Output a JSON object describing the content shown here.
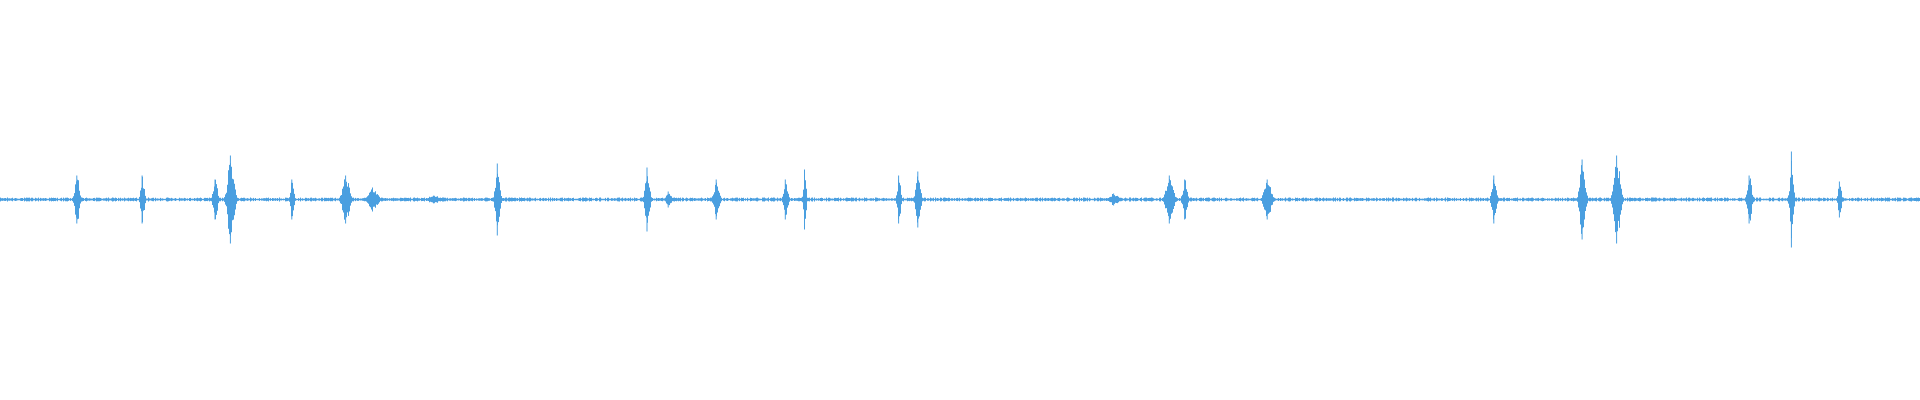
{
  "waveform": {
    "color": "#4a9fe0",
    "baseline_amplitude": 0.01,
    "peaks": [
      {
        "t": 0.04,
        "amp": 0.12,
        "w": 0.001
      },
      {
        "t": 0.074,
        "amp": 0.12,
        "w": 0.0008
      },
      {
        "t": 0.112,
        "amp": 0.1,
        "w": 0.001
      },
      {
        "t": 0.12,
        "amp": 0.22,
        "w": 0.0014
      },
      {
        "t": 0.152,
        "amp": 0.1,
        "w": 0.0008
      },
      {
        "t": 0.18,
        "amp": 0.12,
        "w": 0.0016
      },
      {
        "t": 0.194,
        "amp": 0.06,
        "w": 0.002
      },
      {
        "t": 0.226,
        "amp": 0.02,
        "w": 0.003
      },
      {
        "t": 0.259,
        "amp": 0.18,
        "w": 0.001
      },
      {
        "t": 0.337,
        "amp": 0.16,
        "w": 0.001
      },
      {
        "t": 0.348,
        "amp": 0.04,
        "w": 0.0012
      },
      {
        "t": 0.373,
        "amp": 0.1,
        "w": 0.0012
      },
      {
        "t": 0.409,
        "amp": 0.1,
        "w": 0.001
      },
      {
        "t": 0.419,
        "amp": 0.15,
        "w": 0.0006
      },
      {
        "t": 0.468,
        "amp": 0.12,
        "w": 0.0008
      },
      {
        "t": 0.478,
        "amp": 0.14,
        "w": 0.001
      },
      {
        "t": 0.58,
        "amp": 0.03,
        "w": 0.002
      },
      {
        "t": 0.609,
        "amp": 0.12,
        "w": 0.0016
      },
      {
        "t": 0.617,
        "amp": 0.1,
        "w": 0.001
      },
      {
        "t": 0.66,
        "amp": 0.1,
        "w": 0.0016
      },
      {
        "t": 0.778,
        "amp": 0.12,
        "w": 0.001
      },
      {
        "t": 0.824,
        "amp": 0.2,
        "w": 0.0012
      },
      {
        "t": 0.842,
        "amp": 0.22,
        "w": 0.0014
      },
      {
        "t": 0.911,
        "amp": 0.12,
        "w": 0.001
      },
      {
        "t": 0.933,
        "amp": 0.24,
        "w": 0.0008
      },
      {
        "t": 0.958,
        "amp": 0.09,
        "w": 0.0008
      }
    ]
  }
}
